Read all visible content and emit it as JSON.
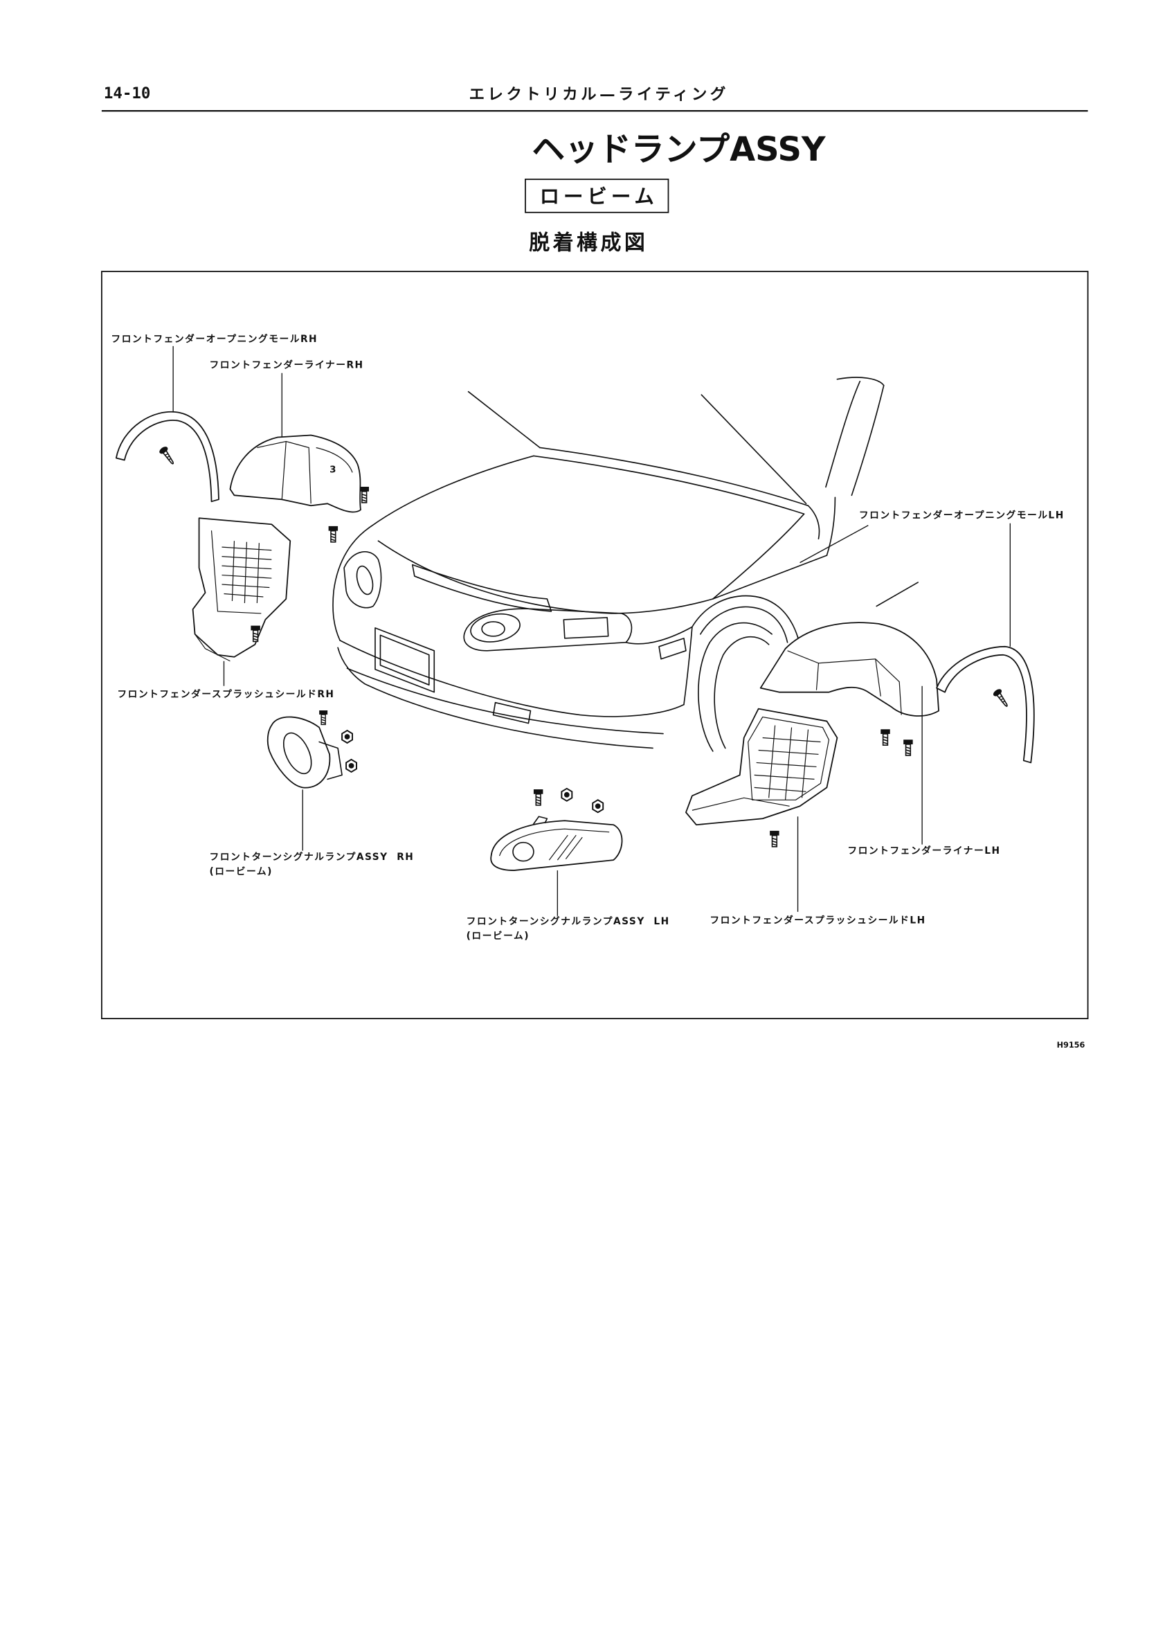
{
  "header": {
    "page_number": "14-10",
    "section": "エレクトリカル—ライティング"
  },
  "title": "ヘッドランプASSY",
  "subtitle_box": "ロービーム",
  "figure_title": "脱着構成図",
  "diagram": {
    "labels": {
      "molding_rh": "フロントフェンダーオープニングモールRH",
      "liner_rh": "フロントフェンダーライナーRH",
      "molding_lh": "フロントフェンダーオープニングモールLH",
      "splash_shield_rh": "フロントフェンダースプラッシュシールドRH",
      "turn_signal_rh": "フロントターンシグナルランプASSY  RH",
      "turn_signal_rh_note": "(ロービーム)",
      "liner_lh": "フロントフェンダーライナーLH",
      "turn_signal_lh": "フロントターンシグナルランプASSY  LH",
      "turn_signal_lh_note": "(ロービーム)",
      "splash_shield_lh": "フロントフェンダースプラッシュシールドLH"
    },
    "part_marking": "3",
    "figure_id": "H9156"
  }
}
